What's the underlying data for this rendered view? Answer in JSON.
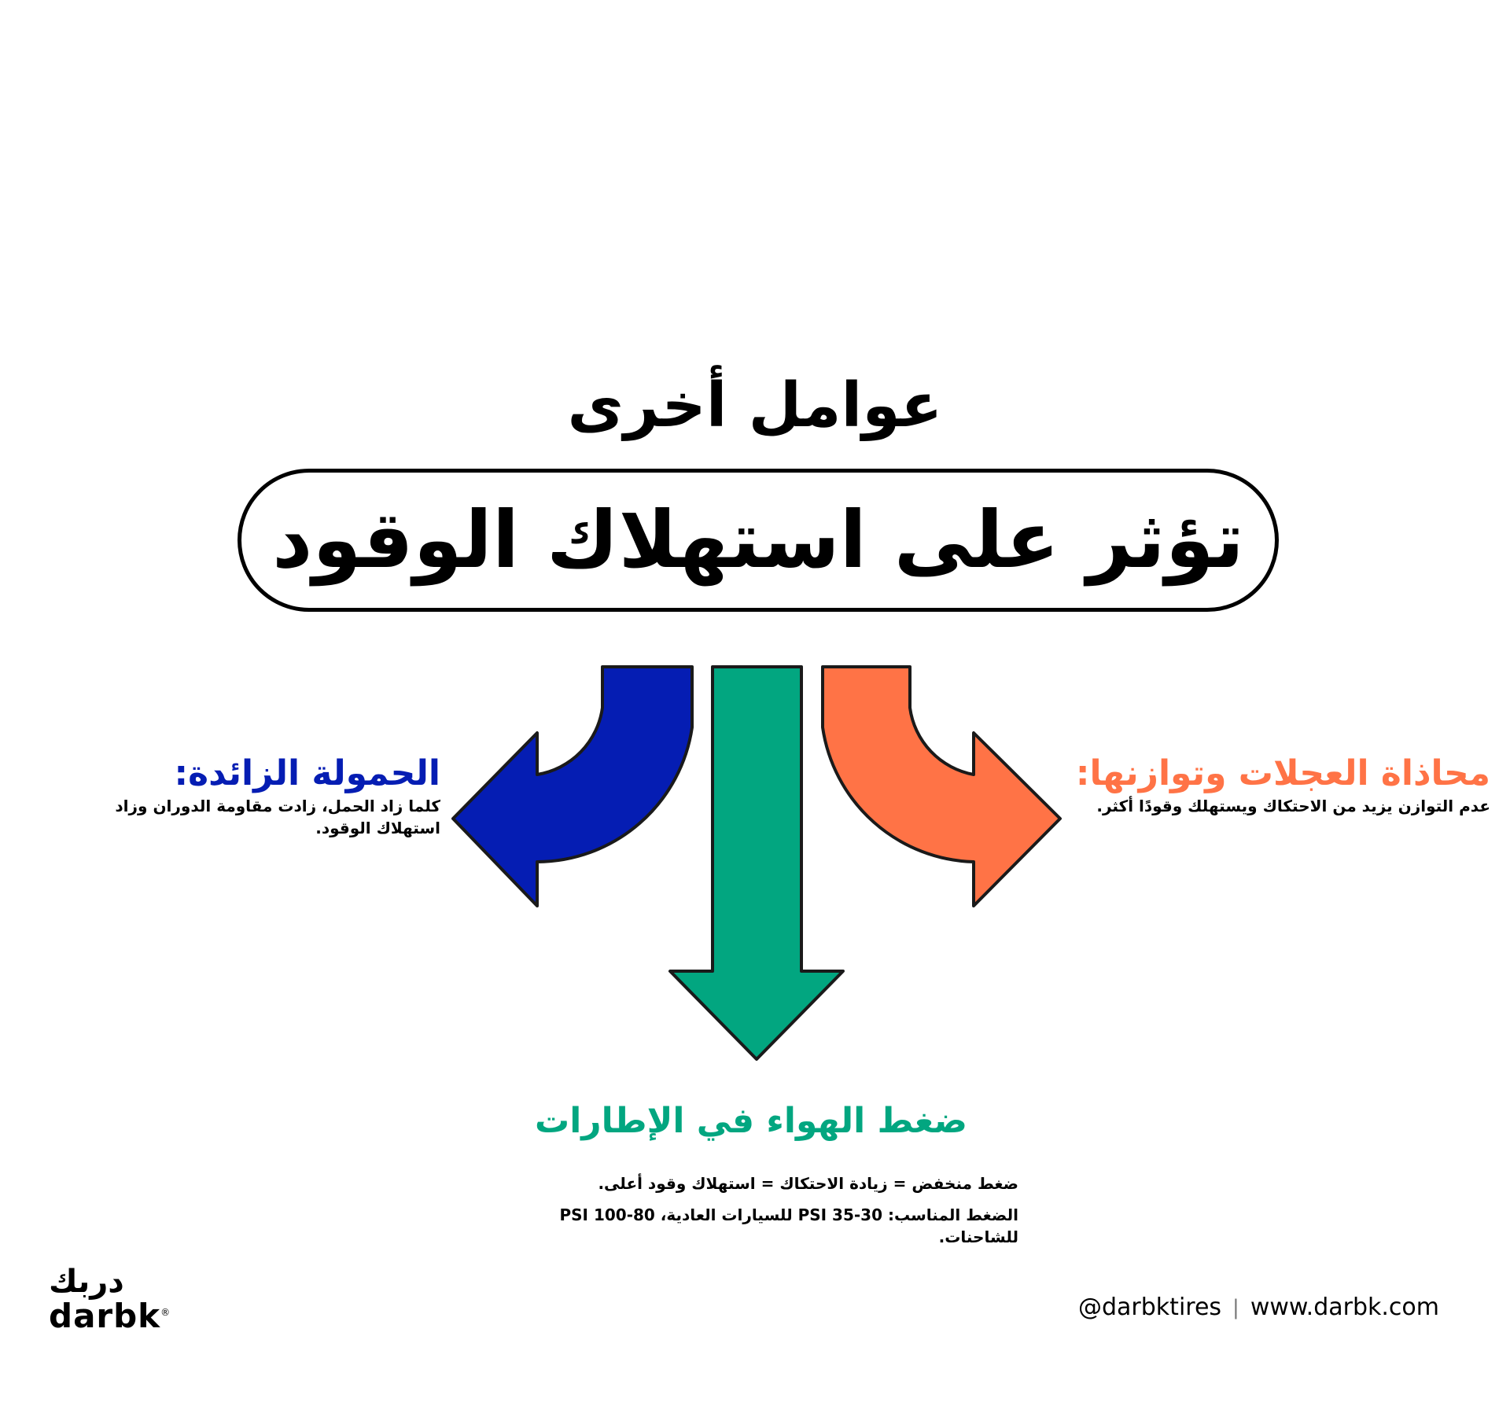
{
  "header": {
    "title": "عوامل أخرى",
    "subtitle": "تؤثر على استهلاك الوقود"
  },
  "left_block": {
    "title": "الحمولة الزائدة:",
    "text": "كلما زاد الحمل، زادت مقاومة الدوران وزاد استهلاك الوقود."
  },
  "right_block": {
    "title": "محاذاة العجلات وتوازنها:",
    "text": "عدم التوازن يزيد من الاحتكاك ويستهلك وقودًا أكثر."
  },
  "bottom_block": {
    "title": "ضغط الهواء في الإطارات",
    "text1": "ضغط منخفض = زيادة الاحتكاك = استهلاك وقود أعلى.",
    "text2": "الضغط المناسب: PSI 35-30 للسيارات العادية، PSI 100-80 للشاحنات."
  },
  "logo": {
    "arabic": "دربك",
    "english": "darbk",
    "mark": "®"
  },
  "footer": {
    "social": "@darbktires",
    "separator": "|",
    "website": "www.darbk.com"
  },
  "colors": {
    "blue": "#051DB3",
    "green": "#02A680",
    "orange": "#FF7346",
    "outline": "#1A1A1A"
  },
  "icons": [
    "arrow-curved-left-icon",
    "arrow-down-icon",
    "arrow-curved-right-icon"
  ]
}
